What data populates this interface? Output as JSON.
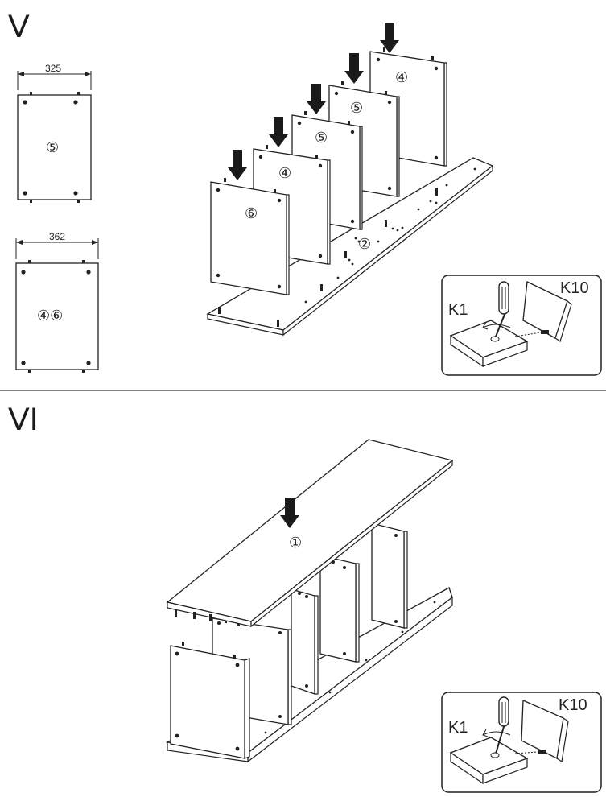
{
  "steps": {
    "v": {
      "label": "V",
      "dimension_top": "325",
      "dimension_bottom": "362",
      "panel_label_top": "⑤",
      "panel_label_bottom": "④⑥",
      "assembly_parts": [
        "⑥",
        "④",
        "⑤",
        "⑤",
        "④"
      ],
      "base_part": "②",
      "inset_labels": {
        "left": "K1",
        "right": "K10"
      }
    },
    "vi": {
      "label": "VI",
      "top_part": "①",
      "inset_labels": {
        "left": "K1",
        "right": "K10"
      }
    }
  },
  "colors": {
    "ink": "#1a1a1a",
    "paper": "#ffffff"
  }
}
